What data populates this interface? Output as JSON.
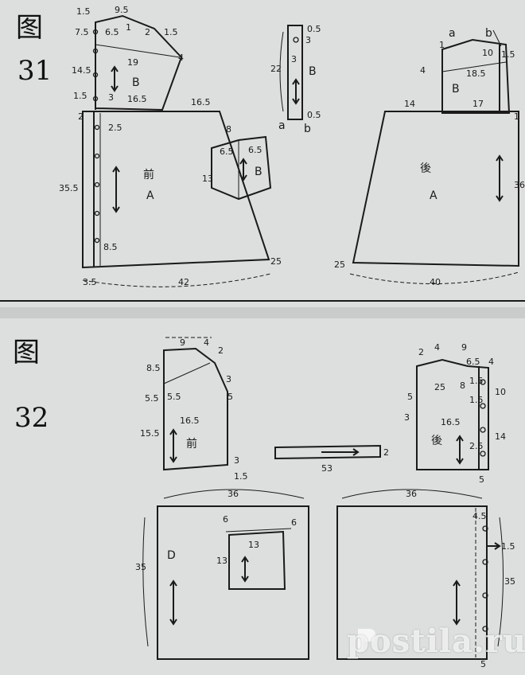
{
  "colors": {
    "paper": "#dcdfde",
    "ink": "#1a1a1a",
    "watermark": "#ffffff"
  },
  "figure31": {
    "label": "图",
    "number": "31",
    "front_label": "前",
    "piece_a": "A",
    "piece_b": "B",
    "back_label": "後",
    "corner_a": "a",
    "corner_b": "b",
    "dims": {
      "d15a": "1.5",
      "d95": "9.5",
      "d75": "7.5",
      "d65a": "6.5",
      "d1": "1",
      "d2a": "2",
      "d15b": "1.5",
      "d145": "14.5",
      "d19": "19",
      "d4a": "4",
      "d15c": "1.5",
      "d3a": "3",
      "d165a": "16.5",
      "d165b": "16.5",
      "d2b": "2",
      "d25a": "2.5",
      "d8a": "8",
      "d65b": "6.5",
      "d65c": "6.5",
      "d13a": "13",
      "d355": "35.5",
      "d85": "8.5",
      "d35": "3.5",
      "d42": "42",
      "d25b": "25",
      "s05a": "0.5",
      "s3a": "3",
      "s22": "22",
      "s3b": "3",
      "s05b": "0.5",
      "b1": "1",
      "b10": "10",
      "b15": "1.5",
      "b4": "4",
      "b185": "18.5",
      "b14": "14",
      "b17": "17",
      "b1b": "1",
      "b36": "36",
      "b25": "25",
      "b40": "40"
    }
  },
  "figure32": {
    "label": "图",
    "number": "32",
    "front_label": "前",
    "back_label": "後",
    "pocket_label": "D",
    "dims": {
      "f9": "9",
      "f4": "4",
      "f2": "2",
      "f85": "8.5",
      "f3a": "3",
      "f55a": "5.5",
      "f55b": "5.5",
      "f5": "5",
      "f165": "16.5",
      "f155": "15.5",
      "f3b": "3",
      "f15": "1.5",
      "t53": "53",
      "t2": "2",
      "k2": "2",
      "k4": "4",
      "k9": "9",
      "k65": "6.5",
      "k4b": "4",
      "k5": "5",
      "k25": "25",
      "k8": "8",
      "k15a": "1.5",
      "k10": "10",
      "k15b": "1.5",
      "k3": "3",
      "k165": "16.5",
      "k14": "14",
      "k25b": "2.5",
      "k5b": "5",
      "p36": "36",
      "p35": "35",
      "p6a": "6",
      "p6b": "6",
      "p13a": "13",
      "p13b": "13",
      "q36": "36",
      "q45": "4.5",
      "q15": "1.5",
      "q35": "35",
      "q5": "5"
    }
  },
  "watermark": {
    "text": "postila.ru"
  }
}
